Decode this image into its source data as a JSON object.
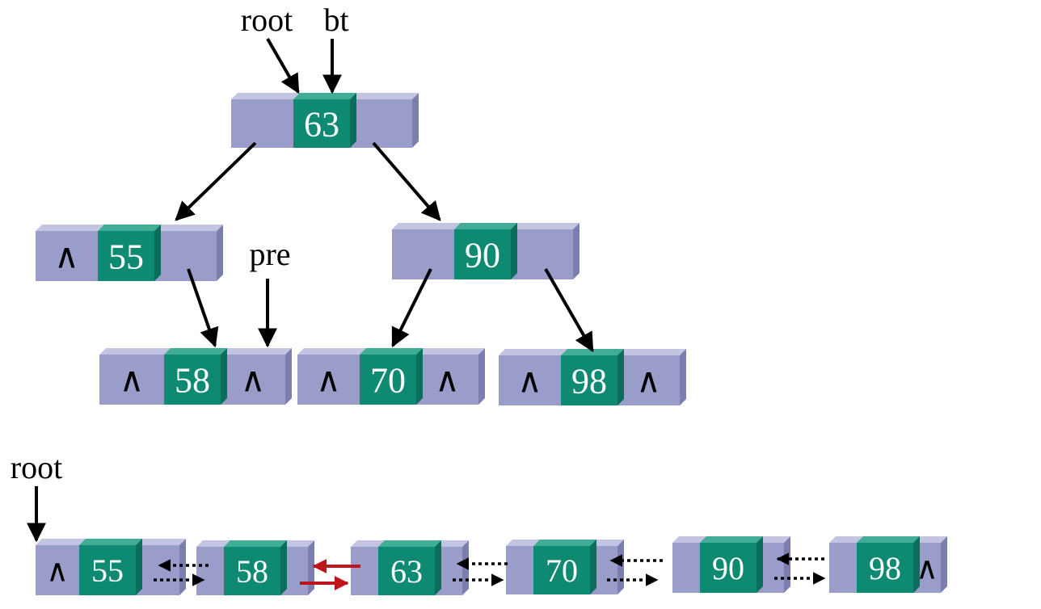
{
  "labels": {
    "root_top": "root",
    "bt": "bt",
    "pre": "pre",
    "root_bottom": "root"
  },
  "null_symbol": "∧",
  "colors": {
    "cell_side": "#9a9cc9",
    "cell_side_top": "#c3c4e2",
    "cell_side_edge": "#7c7eb0",
    "cell_data": "#0f8a72",
    "cell_data_top": "#42ad97",
    "cell_data_edge": "#0b6d5a",
    "text_on_data": "#ffffff",
    "arrow": "#000000",
    "highlight_arrow": "#c0141c"
  },
  "tree": {
    "nodes": [
      {
        "id": "t63",
        "value": "63",
        "left_null": false,
        "right_null": false
      },
      {
        "id": "t55",
        "value": "55",
        "left_null": true,
        "right_null": false
      },
      {
        "id": "t90",
        "value": "90",
        "left_null": false,
        "right_null": false
      },
      {
        "id": "t58",
        "value": "58",
        "left_null": true,
        "right_null": true
      },
      {
        "id": "t70",
        "value": "70",
        "left_null": true,
        "right_null": true
      },
      {
        "id": "t98",
        "value": "98",
        "left_null": true,
        "right_null": true
      }
    ]
  },
  "list": {
    "nodes": [
      {
        "id": "l55",
        "value": "55",
        "left_null": true,
        "right_null": false
      },
      {
        "id": "l58",
        "value": "58",
        "left_null": false,
        "right_null": false
      },
      {
        "id": "l63",
        "value": "63",
        "left_null": false,
        "right_null": false
      },
      {
        "id": "l70",
        "value": "70",
        "left_null": false,
        "right_null": false
      },
      {
        "id": "l90",
        "value": "90",
        "left_null": false,
        "right_null": false
      },
      {
        "id": "l98",
        "value": "98",
        "left_null": false,
        "right_null": true
      }
    ]
  }
}
